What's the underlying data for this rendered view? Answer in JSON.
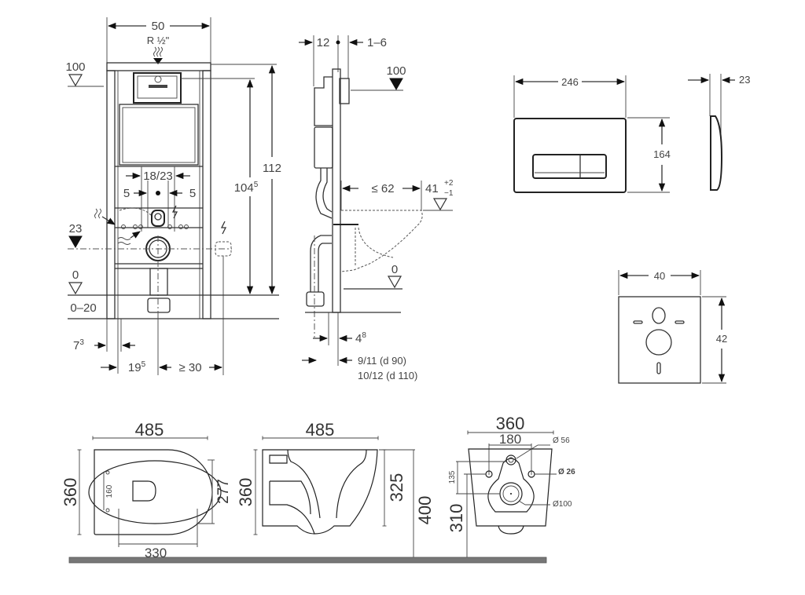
{
  "frame_front": {
    "width": "50",
    "pipe_thread": "R ½\"",
    "level_flush": "100",
    "level_drain": "23",
    "level_floor": "0",
    "floor_range": "0–20",
    "height_total": "112",
    "height_inner_main": "104",
    "height_inner_sup": "5",
    "spacing_bolts": "18/23",
    "offset_left": "5",
    "offset_right": "5",
    "foot_main": "7",
    "foot_sup": "3",
    "axis_main": "19",
    "axis_sup": "5",
    "power_min": "≥ 30"
  },
  "frame_side": {
    "depth": "12",
    "wall_range": "1–6",
    "level_flush": "100",
    "bowl_projection": "≤ 62",
    "bowl_height": "41",
    "bowl_tol_plus": "+2",
    "bowl_tol_minus": "−1",
    "level_floor": "0",
    "offset_main": "4",
    "offset_sup": "8",
    "drain_d90": "9/11   (d 90)",
    "drain_d110": "10/12 (d 110)"
  },
  "flush_plate": {
    "width": "246",
    "height": "164",
    "depth": "23"
  },
  "sound_pad": {
    "width": "40",
    "height": "42"
  },
  "bowl_top": {
    "length": "485",
    "width": "360",
    "seat_width": "277",
    "seat_length": "330",
    "bolt_spacing": "160"
  },
  "bowl_side": {
    "length": "485",
    "height": "360",
    "inner_height": "325",
    "mount_height": "400"
  },
  "bowl_back": {
    "width": "360",
    "bolt_spacing": "180",
    "inlet_diam": "Ø 56",
    "bolt_diam": "Ø 26",
    "outlet_diam": "Ø100",
    "inlet_offset": "135",
    "outlet_height": "310"
  }
}
